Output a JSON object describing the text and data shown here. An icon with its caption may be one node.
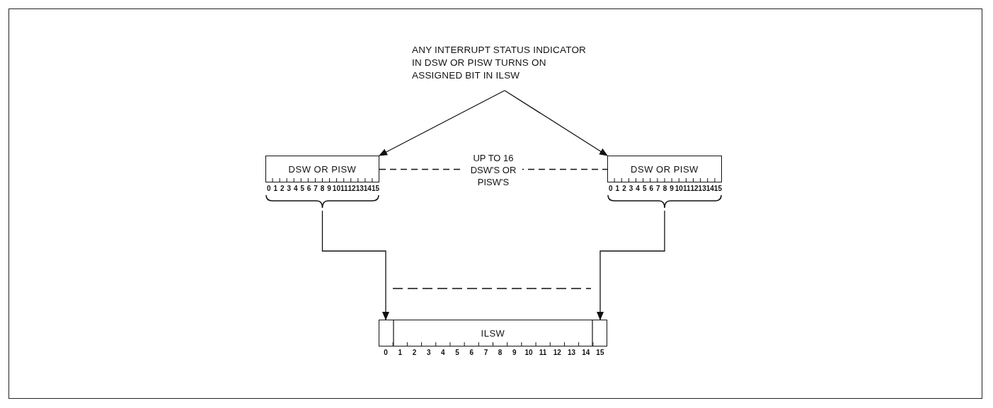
{
  "diagram": {
    "nodes": [
      {
        "text": [
          "ANY INTERRUPT STATUS INDICATOR IN DSW OR PISW TURNS ON ASSIGNED BIT IN ILSW"
        ]
      },
      {
        "text": [
          "DSW OR PISW"
        ]
      },
      {
        "text": [
          "DSW OR PISW"
        ]
      },
      {
        "text": [
          "ILSW"
        ]
      }
    ],
    "edges": [
      {
        "from": 0,
        "to": 1,
        "arrow": "to"
      },
      {
        "from": 0,
        "to": 2,
        "arrow": "to"
      },
      {
        "from": 1,
        "to": 2,
        "arrow": "none",
        "style": "dashed",
        "label": "UP TO 16 DSW'S OR PISW'S"
      },
      {
        "from": 1,
        "to": 3,
        "arrow": "to"
      },
      {
        "from": 2,
        "to": 3,
        "arrow": "to"
      }
    ],
    "labels": [
      "0",
      "1",
      "2",
      "3",
      "4",
      "5",
      "6",
      "7",
      "8",
      "9",
      "10",
      "11",
      "12",
      "13",
      "14",
      "15",
      "0",
      "1",
      "2",
      "3",
      "4",
      "5",
      "6",
      "7",
      "8",
      "9",
      "10",
      "11",
      "12",
      "13",
      "14",
      "15",
      "0",
      "1",
      "2",
      "3",
      "4",
      "5",
      "6",
      "7",
      "8",
      "9",
      "10",
      "11",
      "12",
      "13",
      "14",
      "15"
    ]
  }
}
